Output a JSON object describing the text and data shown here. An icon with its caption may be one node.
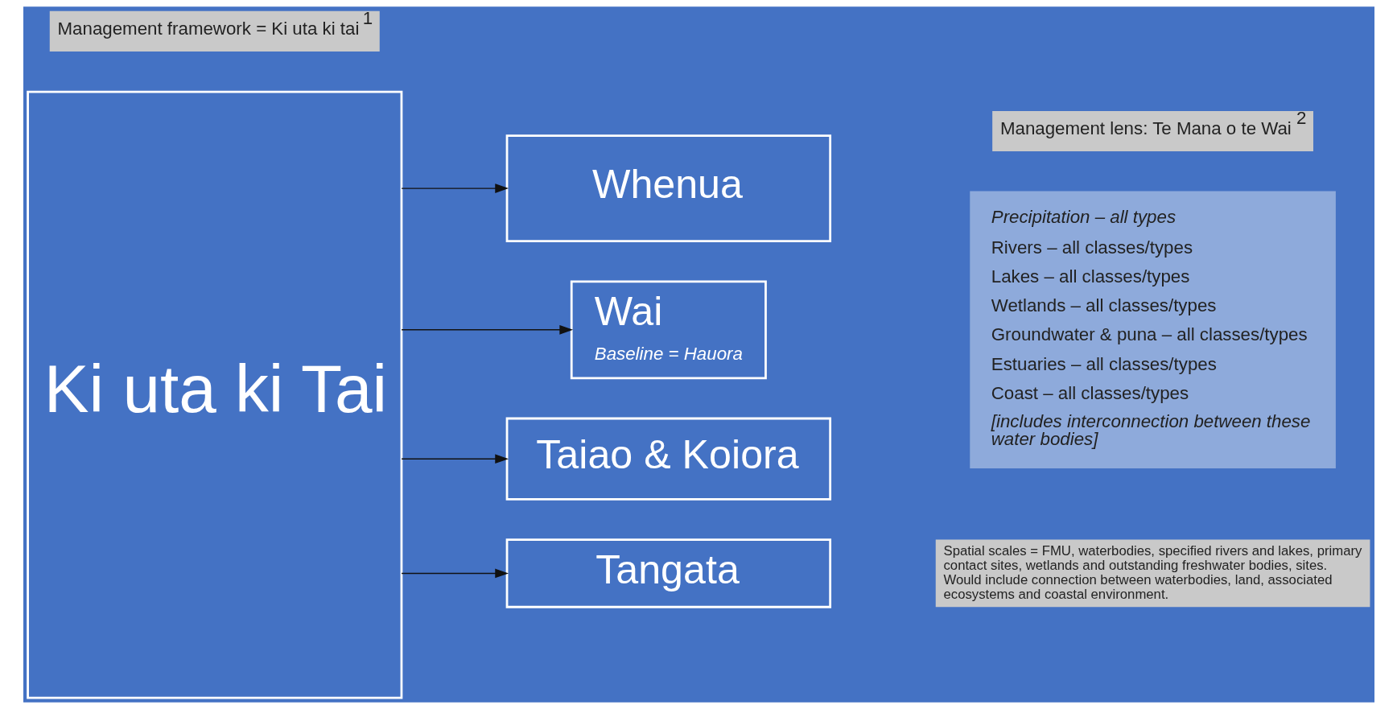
{
  "diagram": {
    "nodes": [
      {
        "text": [
          "Ki uta ki Tai"
        ]
      },
      {
        "text": [
          "Whenua"
        ]
      },
      {
        "text": [
          "Wai",
          "Baseline = Hauora"
        ]
      },
      {
        "text": [
          "Taiao & Koiora"
        ]
      },
      {
        "text": [
          "Tangata"
        ]
      },
      {
        "text": [
          "Precipitation – all types",
          "Rivers – all classes/types",
          "Lakes – all classes/types",
          "Wetlands – all classes/types",
          "Groundwater & puna – all classes/types",
          "Estuaries – all classes/types",
          "Coast – all classes/types",
          "[includes interconnection between these water bodies]"
        ]
      }
    ],
    "edges": [
      {
        "from": 0,
        "to": 1,
        "arrow": "to"
      },
      {
        "from": 0,
        "to": 2,
        "arrow": "to"
      },
      {
        "from": 0,
        "to": 3,
        "arrow": "to"
      },
      {
        "from": 0,
        "to": 4,
        "arrow": "to"
      }
    ],
    "labels": [
      "Management framework = Ki uta ki tai$^{1}$",
      "Management lens: Te Mana o te Wai$^{2}$",
      "Spatial scales = FMU, waterbodies, specified rivers and lakes, primary contact sites, wetlands and outstanding freshwater bodies, sites. Would include connection between waterbodies, land, associated ecosystems and coastal environment."
    ]
  }
}
